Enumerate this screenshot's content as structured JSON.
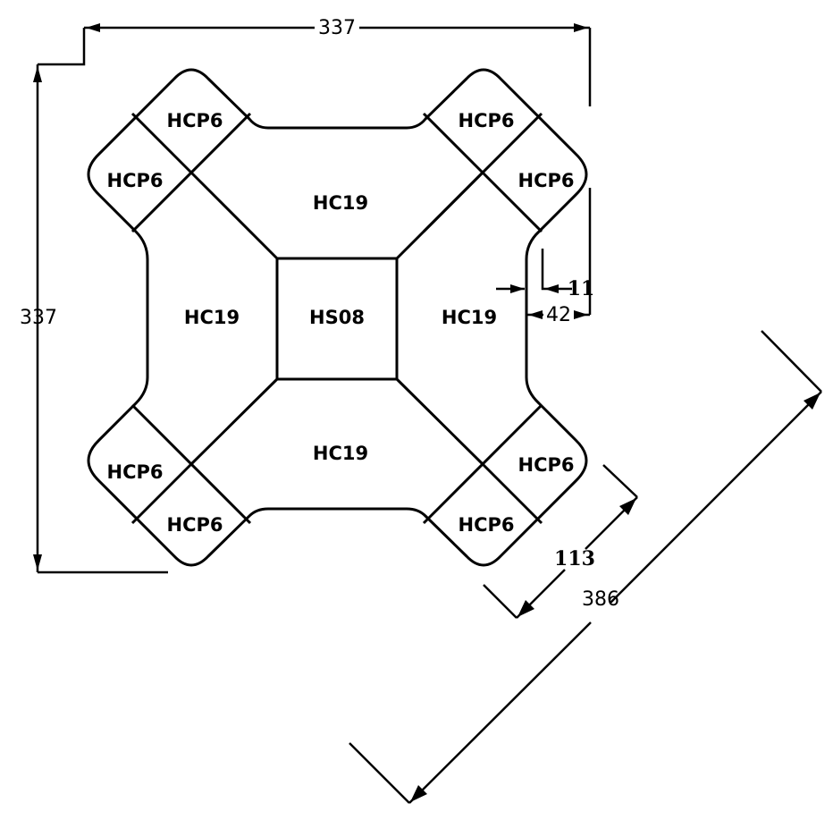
{
  "drawing": {
    "type": "technical-plan",
    "line_color": "#000000",
    "background_color": "#ffffff",
    "regions": {
      "center": "HS08",
      "top": "HC19",
      "left": "HC19",
      "right": "HC19",
      "bottom": "HC19",
      "corner_top_left_upper": "HCP6",
      "corner_top_left_lower": "HCP6",
      "corner_top_right_upper": "HCP6",
      "corner_top_right_lower": "HCP6",
      "corner_bottom_left_upper": "HCP6",
      "corner_bottom_left_lower": "HCP6",
      "corner_bottom_right_upper": "HCP6",
      "corner_bottom_right_lower": "HCP6"
    },
    "dimensions": {
      "overall_width": "337",
      "overall_height": "337",
      "neck_depth": "42",
      "neck_offset": "11",
      "corner_width": "113",
      "diagonal_span": "386"
    }
  }
}
